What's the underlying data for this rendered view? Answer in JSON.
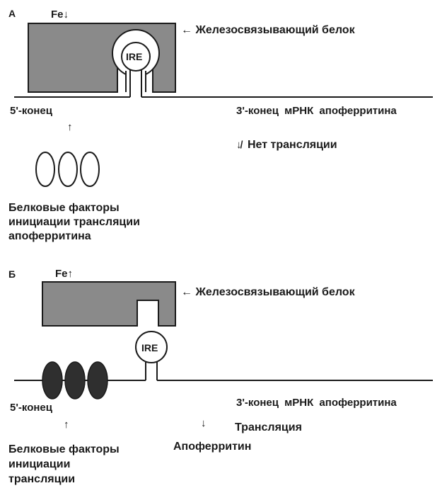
{
  "panel_a": {
    "label": "А",
    "fe_label": "Fe",
    "fe_arrow": "↓",
    "protein_label": "← Железосвязывающий белок",
    "ire_label": "IRE",
    "five_prime": "5'-конец",
    "three_prime": "3'-конец мРНК апоферритина",
    "up_arrow": "↑",
    "no_translation_symbol": "↓̸",
    "no_translation": "Нет трансляции",
    "factors_lines": [
      "Белковые факторы",
      "инициации трансляции",
      "апоферритина"
    ]
  },
  "panel_b": {
    "label": "Б",
    "fe_label": "Fe",
    "fe_arrow": "↑",
    "protein_label": "← Железосвязывающий белок",
    "ire_label": "IRE",
    "five_prime": "5'-конец",
    "three_prime": "3'-конец мРНК апоферритина",
    "up_arrow": "↑",
    "down_arrow": "↓",
    "translation": "Трансляция",
    "apoferritin": "Апоферритин",
    "factors_lines": [
      "Белковые факторы",
      "инициации",
      "трансляции"
    ]
  },
  "colors": {
    "protein_fill": "#8a8a8a",
    "factor_fill": "#2f2f2f",
    "line": "#1a1a1a"
  }
}
